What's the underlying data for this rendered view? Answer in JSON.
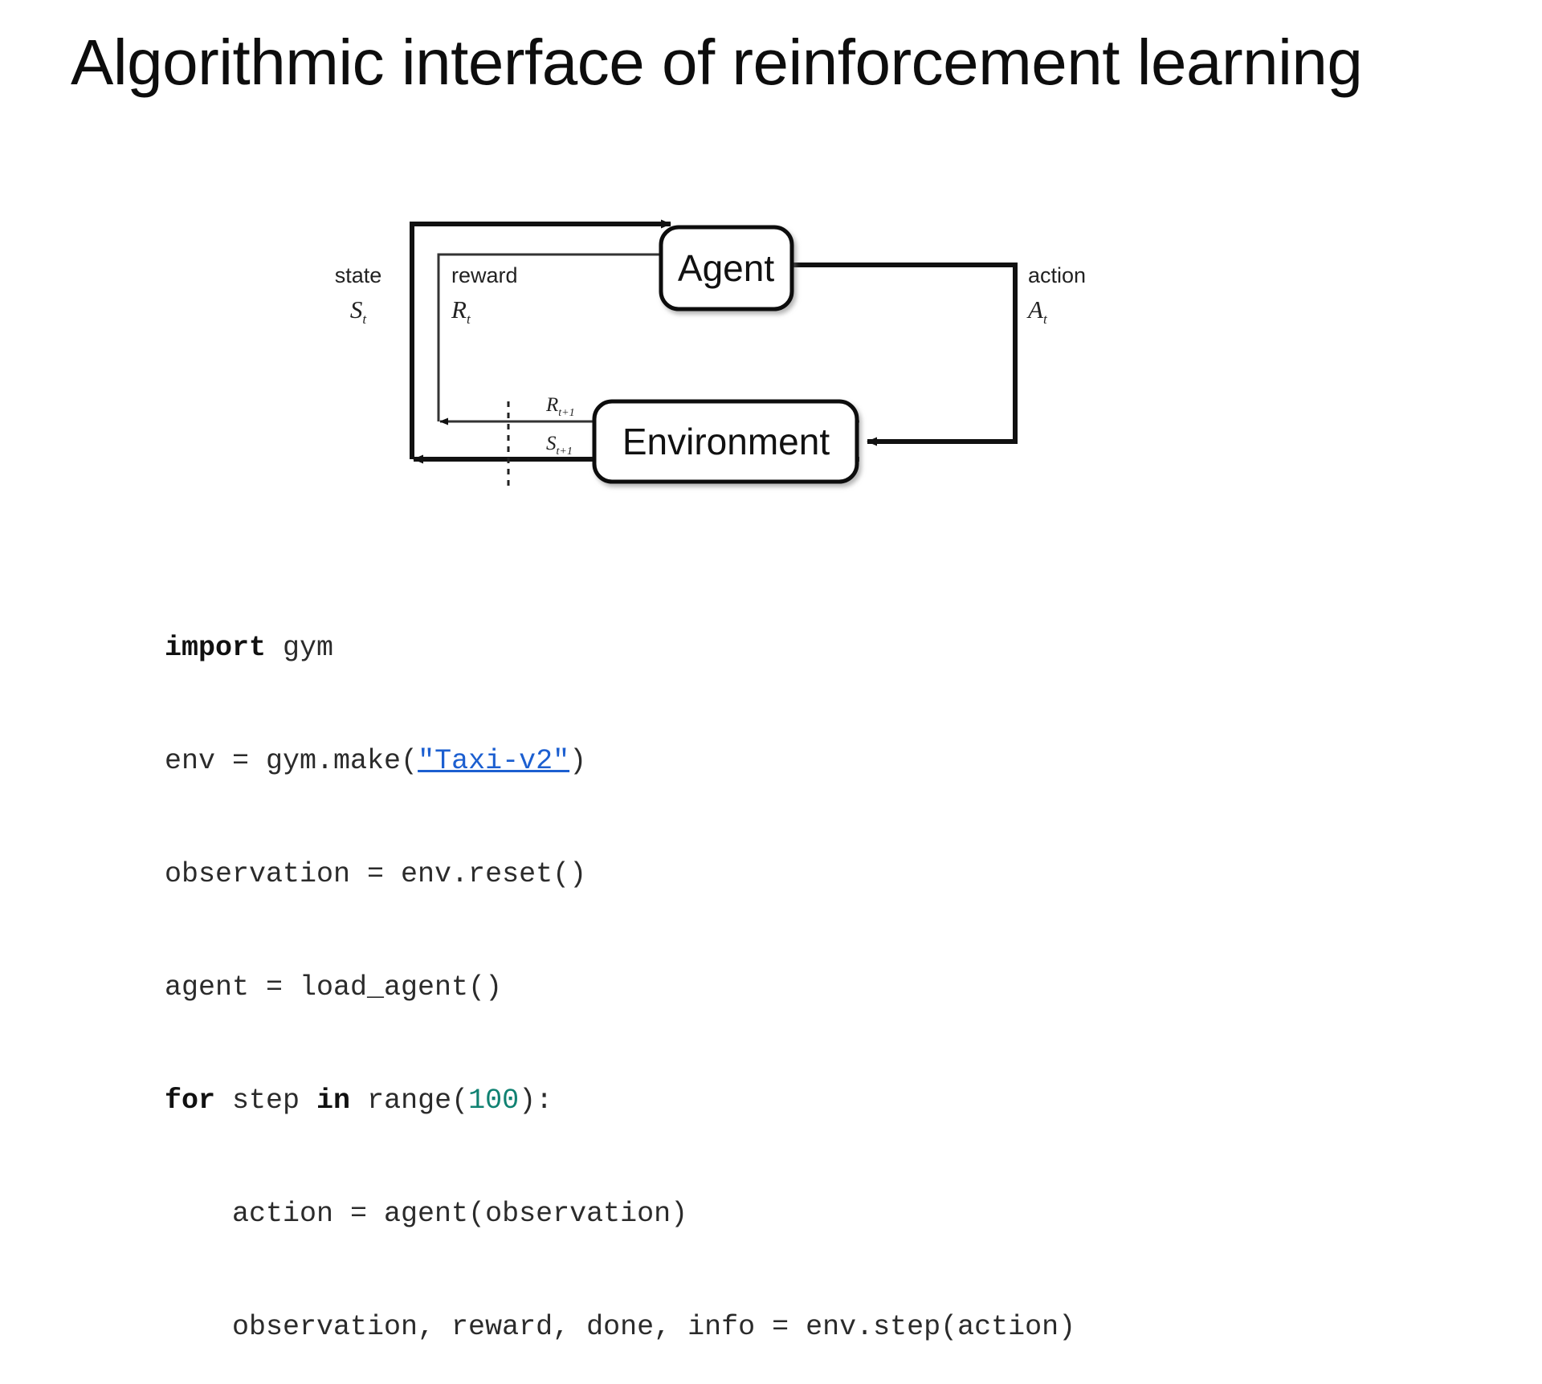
{
  "slide": {
    "title": "Algorithmic interface of reinforcement learning"
  },
  "diagram": {
    "type": "rl-agent-environment-loop",
    "nodes": [
      {
        "id": "agent",
        "label": "Agent"
      },
      {
        "id": "environment",
        "label": "Environment"
      }
    ],
    "edges": [
      {
        "id": "state",
        "label": "state",
        "symbol": "S",
        "symbol_subscript": "t",
        "from": "environment",
        "to": "agent"
      },
      {
        "id": "reward",
        "label": "reward",
        "symbol": "R",
        "symbol_subscript": "t",
        "from": "environment",
        "to": "agent"
      },
      {
        "id": "action",
        "label": "action",
        "symbol": "A",
        "symbol_subscript": "t",
        "from": "agent",
        "to": "environment"
      }
    ],
    "next_step_labels": [
      {
        "id": "reward-next",
        "symbol": "R",
        "symbol_subscript": "t+1"
      },
      {
        "id": "state-next",
        "symbol": "S",
        "symbol_subscript": "t+1"
      }
    ],
    "time_separator": "dashed-vertical-line"
  },
  "code": {
    "language": "python",
    "link_text": "\"Taxi-v2\"",
    "link_color": "#1c5fd0",
    "number_color": "#108272",
    "lines": [
      {
        "id": "line-1",
        "parts": [
          {
            "t": "import",
            "s": "kw"
          },
          {
            "t": " gym",
            "s": ""
          }
        ]
      },
      {
        "id": "line-2",
        "parts": [
          {
            "t": "env = gym.make(",
            "s": ""
          },
          {
            "t": "\"Taxi-v2\"",
            "s": "lnk"
          },
          {
            "t": ")",
            "s": ""
          }
        ]
      },
      {
        "id": "line-3",
        "parts": [
          {
            "t": "observation = env.reset()",
            "s": ""
          }
        ]
      },
      {
        "id": "line-4",
        "parts": [
          {
            "t": "agent = load_agent()",
            "s": ""
          }
        ]
      },
      {
        "id": "line-5",
        "parts": [
          {
            "t": "for",
            "s": "kw"
          },
          {
            "t": " step ",
            "s": ""
          },
          {
            "t": "in",
            "s": "kw"
          },
          {
            "t": " range(",
            "s": ""
          },
          {
            "t": "100",
            "s": "num"
          },
          {
            "t": "):",
            "s": ""
          }
        ]
      },
      {
        "id": "line-6",
        "parts": [
          {
            "t": "    action = agent(observation)",
            "s": ""
          }
        ]
      },
      {
        "id": "line-7",
        "parts": [
          {
            "t": "    observation, reward, done, info = env.step(action)",
            "s": ""
          }
        ]
      }
    ]
  }
}
